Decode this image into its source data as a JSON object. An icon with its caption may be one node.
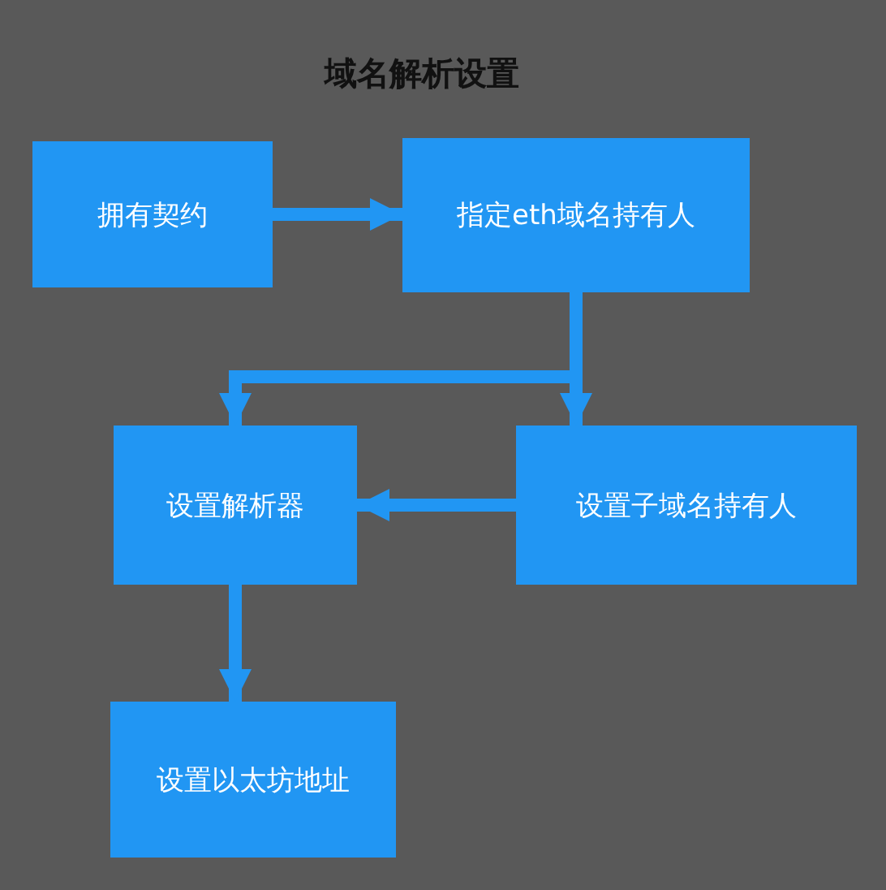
{
  "diagram": {
    "title": "域名解析设置",
    "nodes": [
      {
        "text": [
          "拥有契约"
        ]
      },
      {
        "text": [
          "指定eth域名持有人"
        ]
      },
      {
        "text": [
          "设置解析器"
        ]
      },
      {
        "text": [
          "设置子域名持有人"
        ]
      },
      {
        "text": [
          "设置以太坊地址"
        ]
      }
    ],
    "edges": [
      {
        "from": 0,
        "to": 1,
        "arrow": "to"
      },
      {
        "from": 1,
        "to": 2,
        "arrow": "to"
      },
      {
        "from": 1,
        "to": 3,
        "arrow": "to"
      },
      {
        "from": 3,
        "to": 2,
        "arrow": "to"
      },
      {
        "from": 2,
        "to": 4,
        "arrow": "to"
      }
    ]
  }
}
